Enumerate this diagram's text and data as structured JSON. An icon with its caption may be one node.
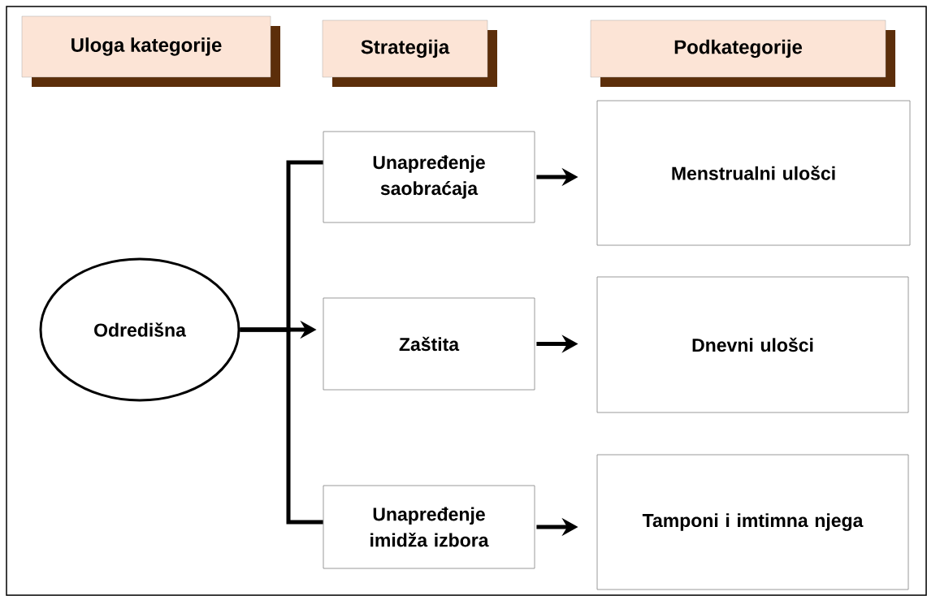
{
  "diagram": {
    "nodes": [
      {
        "text": [
          "Uloga kategorije"
        ]
      },
      {
        "text": [
          "Strategija"
        ]
      },
      {
        "text": [
          "Podkategorije"
        ]
      },
      {
        "text": [
          "Odredišna"
        ]
      },
      {
        "text": [
          "Unapređenje saobraćaja"
        ]
      },
      {
        "text": [
          "Zaštita"
        ]
      },
      {
        "text": [
          "Unapređenje imidža izbora"
        ]
      },
      {
        "text": [
          "Menstrualni ulošci"
        ]
      },
      {
        "text": [
          "Dnevni ulošci"
        ]
      },
      {
        "text": [
          "Tamponi i imtimna njega"
        ]
      }
    ],
    "edges": [
      {
        "from": 3,
        "to": 4,
        "arrow": "none"
      },
      {
        "from": 3,
        "to": 5,
        "arrow": "to"
      },
      {
        "from": 3,
        "to": 6,
        "arrow": "none"
      },
      {
        "from": 4,
        "to": 7,
        "arrow": "to"
      },
      {
        "from": 5,
        "to": 8,
        "arrow": "to"
      },
      {
        "from": 6,
        "to": 9,
        "arrow": "to"
      }
    ]
  }
}
